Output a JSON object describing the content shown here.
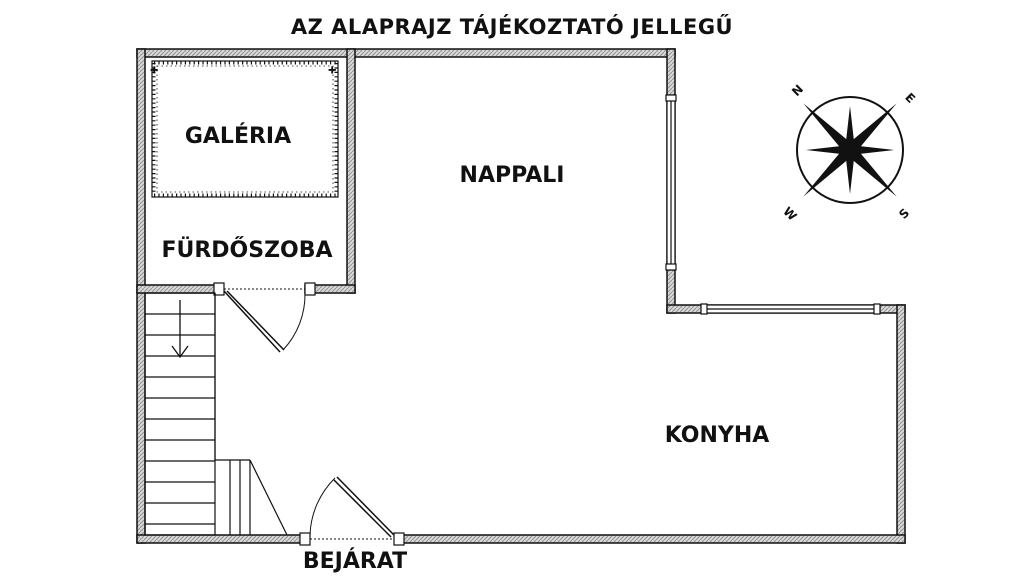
{
  "title": "AZ ALAPRAJZ TÁJÉKOZTATÓ JELLEGŰ",
  "rooms": {
    "galeria": "GALÉRIA",
    "furdoszoba": "FÜRDŐSZOBA",
    "nappali": "NAPPALI",
    "konyha": "KONYHA",
    "bejarat": "BEJÁRAT"
  },
  "compass": {
    "n": "N",
    "e": "E",
    "s": "S",
    "w": "W"
  },
  "colors": {
    "wall_fill": "#bdbdbd",
    "line": "#111111",
    "background": "#ffffff"
  }
}
